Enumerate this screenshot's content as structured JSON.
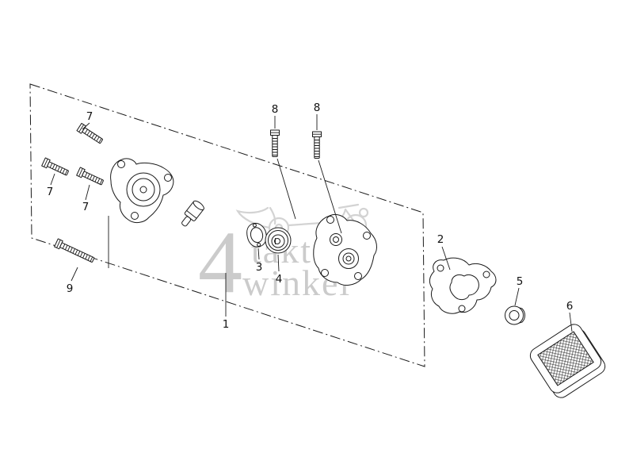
{
  "page": {
    "background": "#ffffff"
  },
  "colors": {
    "line": "#1a1a1a",
    "watermark": "#c6c6c6"
  },
  "watermark": {
    "digit": "4",
    "word_top": "takt",
    "word_bottom": "winkel"
  },
  "callouts": {
    "part1": "1",
    "part2": "2",
    "part3": "3",
    "part4": "4",
    "part5": "5",
    "part6": "6",
    "part7_a": "7",
    "part7_b": "7",
    "part7_c": "7",
    "part8_a": "8",
    "part8_b": "8",
    "part9": "9"
  }
}
